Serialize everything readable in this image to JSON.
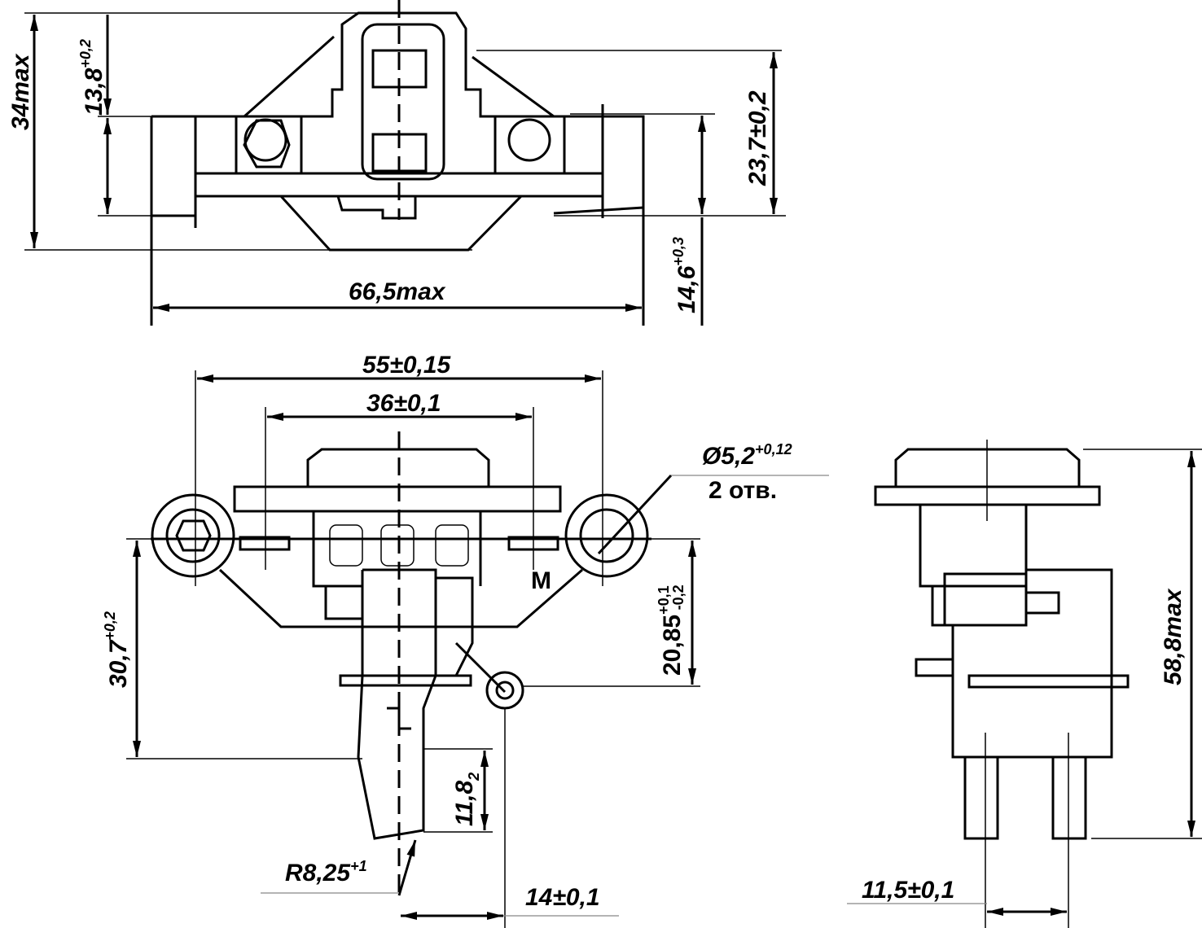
{
  "drawing": {
    "top_view": {
      "dim_overall_height": "34max",
      "dim_upper": {
        "value": "13,8",
        "tol": "+0,2"
      },
      "dim_right": "23,7±0,2",
      "dim_lower": {
        "value": "14,6",
        "tol": "+0,3"
      },
      "dim_width": "66,5max"
    },
    "front_view": {
      "dim_mount_spacing": "55±0,15",
      "dim_inner_spacing": "36±0,1",
      "hole": {
        "value": "Ø5,2",
        "tol": "+0,12",
        "note": "2 отв."
      },
      "dim_hole_height": {
        "value": "20,85",
        "tol_upper": "+0,1",
        "tol_lower": "-0,2"
      },
      "dim_left_height": {
        "value": "30,7",
        "tol": "+0,2"
      },
      "dim_brush": {
        "value": "11,8",
        "sub": "2"
      },
      "radius": {
        "value": "R8,25",
        "tol": "+1"
      },
      "dim_offset": "14±0,1",
      "terminal_mark": "M"
    },
    "side_view": {
      "dim_pin_spacing": "11,5±0,1",
      "dim_height": "58,8max"
    }
  }
}
